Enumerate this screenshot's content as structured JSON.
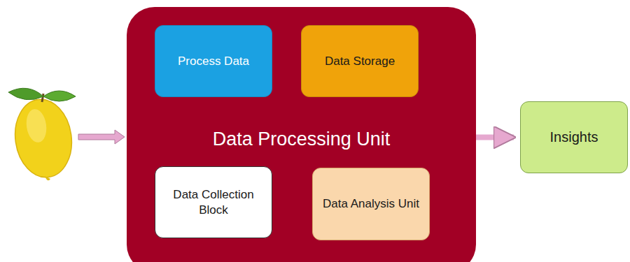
{
  "diagram": {
    "nodes": [
      {
        "text": [
          "Data Processing Unit"
        ]
      },
      {
        "text": [
          "Process Data"
        ],
        "in": 0
      },
      {
        "text": [
          "Data Storage"
        ],
        "in": 0
      },
      {
        "text": [
          "Data Collection Block"
        ],
        "in": 0
      },
      {
        "text": [
          "Data Analysis Unit"
        ],
        "in": 0
      },
      {
        "text": [
          "Insights"
        ]
      }
    ],
    "edges": [
      {
        "from": 0,
        "to": 5,
        "arrow": "to"
      }
    ]
  }
}
